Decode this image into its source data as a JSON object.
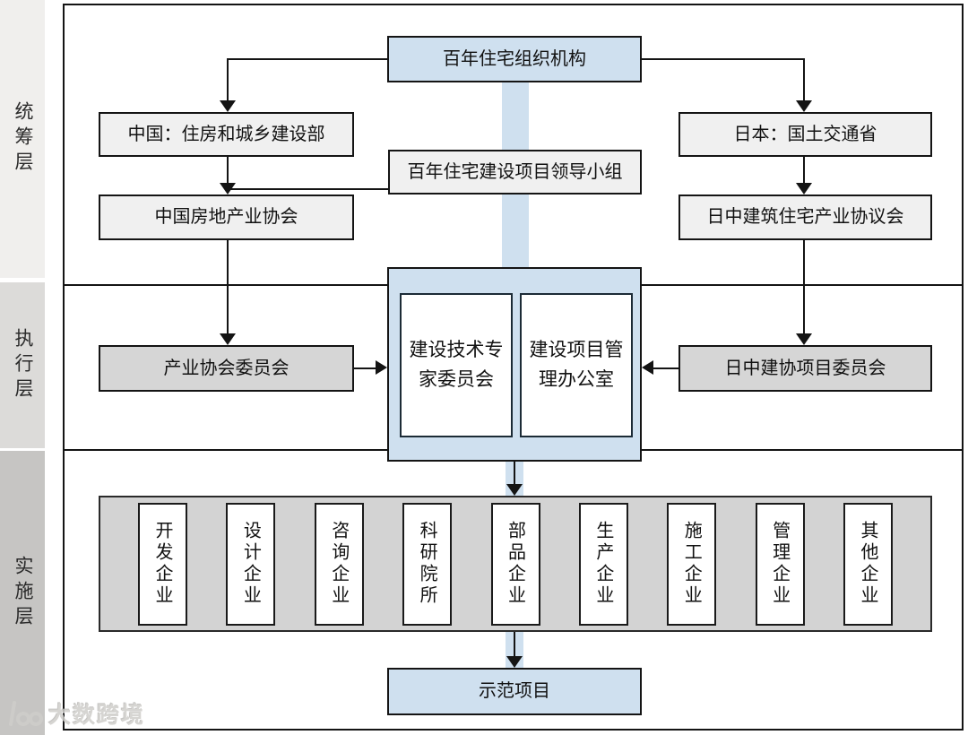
{
  "layers": {
    "coordination": "统筹层",
    "execution": "执行层",
    "implementation": "实施层"
  },
  "nodes": {
    "org_structure": "百年住宅组织机构",
    "china_ministry": "中国：住房和城乡建设部",
    "leader_group": "百年住宅建设项目领导小组",
    "japan_ministry": "日本：国土交通省",
    "china_association": "中国房地产业协会",
    "japan_association": "日中建筑住宅产业协议会",
    "industry_association_committee": "产业协会委员会",
    "japan_china_project_committee": "日中建协项目委员会",
    "expert_committee": "建设技术专家委员会",
    "pm_office": "建设项目管理办公室",
    "demo_project": "示范项目"
  },
  "enterprises": [
    "开发企业",
    "设计企业",
    "咨询企业",
    "科研院所",
    "部品企业",
    "生产企业",
    "施工企业",
    "管理企业",
    "其他企业"
  ],
  "watermark": {
    "text": "大数跨境"
  },
  "colors": {
    "accent_blue": "#cfe0ef",
    "light_gray_box": "#f0f0f0",
    "mid_gray_box": "#d6d6d6",
    "container_gray": "#d3d3d3"
  }
}
